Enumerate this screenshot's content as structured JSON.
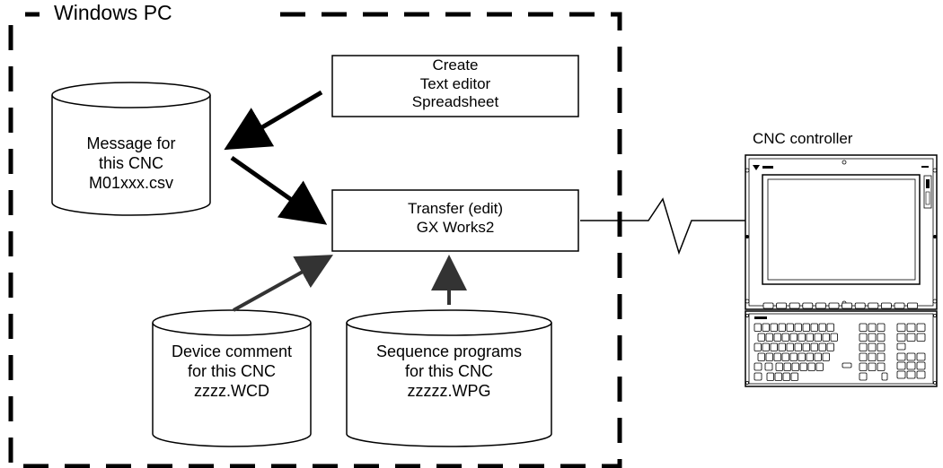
{
  "pc_label": "Windows PC",
  "cnc_label": "CNC controller",
  "boxes": {
    "create": "Create\nText editor\nSpreadsheet",
    "transfer": "Transfer (edit)\nGX Works2"
  },
  "cylinders": {
    "message": "Message for\nthis CNC\nM01xxx.csv",
    "device": "Device comment\nfor this CNC\nzzzz.WCD",
    "sequence": "Sequence programs\nfor this CNC\nzzzzz.WPG"
  }
}
